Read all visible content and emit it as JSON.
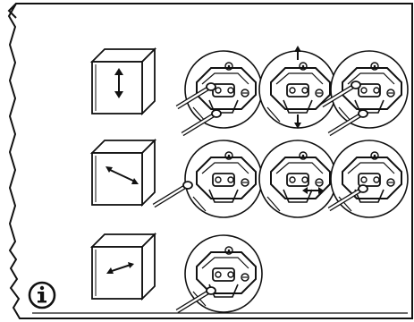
{
  "manual": {
    "info_icon": "info-icon",
    "rows": [
      {
        "adjustment": "height",
        "cabinet_icon": "double-arrow-vertical-icon",
        "detail_steps": 3
      },
      {
        "adjustment": "depth",
        "cabinet_icon": "double-arrow-diagonal-icon",
        "detail_steps": 3
      },
      {
        "adjustment": "side",
        "cabinet_icon": "double-arrow-horizontal-icon",
        "detail_steps": 1
      }
    ]
  }
}
